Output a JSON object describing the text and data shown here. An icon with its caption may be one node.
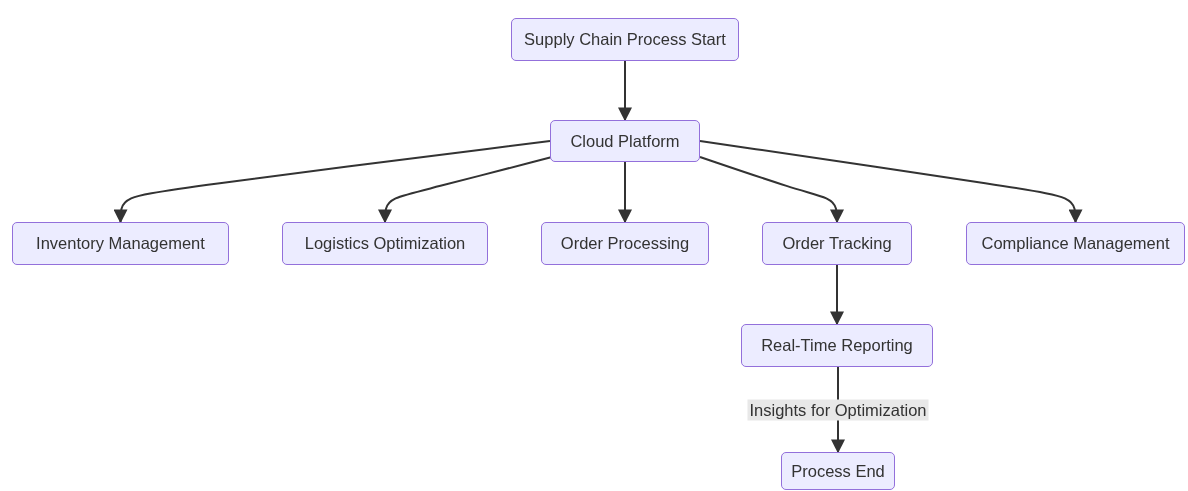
{
  "diagram": {
    "nodes": [
      {
        "text": [
          "Supply Chain Process Start"
        ]
      },
      {
        "text": [
          "Cloud Platform"
        ]
      },
      {
        "text": [
          "Inventory Management"
        ]
      },
      {
        "text": [
          "Logistics Optimization"
        ]
      },
      {
        "text": [
          "Order Processing"
        ]
      },
      {
        "text": [
          "Order Tracking"
        ]
      },
      {
        "text": [
          "Compliance Management"
        ]
      },
      {
        "text": [
          "Real-Time Reporting"
        ]
      },
      {
        "text": [
          "Process End"
        ]
      }
    ],
    "edges": [
      {
        "from": 0,
        "to": 1,
        "arrow": "to"
      },
      {
        "from": 1,
        "to": 2,
        "arrow": "to"
      },
      {
        "from": 1,
        "to": 3,
        "arrow": "to"
      },
      {
        "from": 1,
        "to": 4,
        "arrow": "to"
      },
      {
        "from": 1,
        "to": 5,
        "arrow": "to"
      },
      {
        "from": 1,
        "to": 6,
        "arrow": "to"
      },
      {
        "from": 5,
        "to": 7,
        "arrow": "to"
      },
      {
        "from": 7,
        "to": 8,
        "arrow": "to",
        "label": "Insights for Optimization"
      }
    ]
  }
}
